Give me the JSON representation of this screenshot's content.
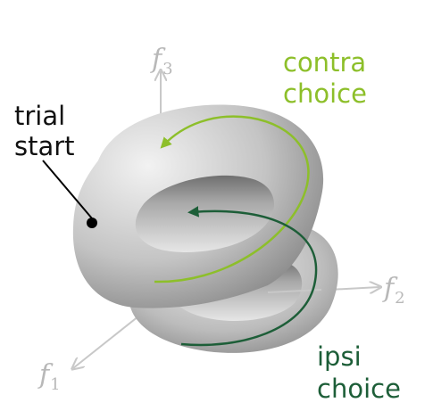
{
  "axes": {
    "f1": {
      "name": "f",
      "sub": "1"
    },
    "f2": {
      "name": "f",
      "sub": "2"
    },
    "f3": {
      "name": "f",
      "sub": "3"
    }
  },
  "labels": {
    "trial_start": [
      "trial",
      "start"
    ],
    "contra_choice": [
      "contra",
      "choice"
    ],
    "ipsi_choice": [
      "ipsi",
      "choice"
    ]
  },
  "colors": {
    "contra": "#8dbf2a",
    "ipsi": "#1d5e38",
    "axis": "#c8c8c8",
    "axis_text": "#b8b8b8",
    "pointer": "#000000",
    "tube_light": "#ededed",
    "tube_dark": "#7a7a7a"
  }
}
